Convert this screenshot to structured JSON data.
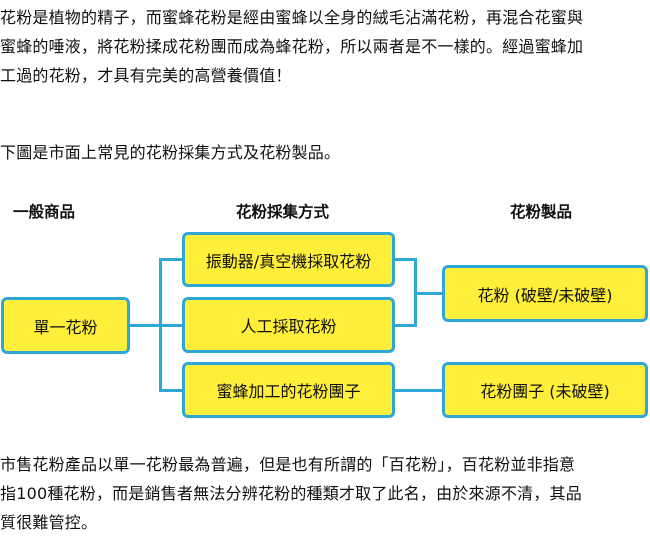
{
  "intro": {
    "line1": "花粉是植物的精子，而蜜蜂花粉是經由蜜蜂以全身的絨毛沾滿花粉，再混合花蜜與",
    "line2": "蜜蜂的唾液，將花粉揉成花粉團而成為蜂花粉，所以兩者是不一樣的。經過蜜蜂加",
    "line3": "工過的花粉，才具有完美的高營養價值！"
  },
  "lead": "下圖是市面上常見的花粉採集方式及花粉製品。",
  "diagram": {
    "headers": {
      "product_type": "一般商品",
      "collection_method": "花粉採集方式",
      "pollen_product": "花粉製品"
    },
    "source": "單一花粉",
    "methods": [
      "振動器/真空機採取花粉",
      "人工採取花粉",
      "蜜蜂加工的花粉團子"
    ],
    "products": [
      "花粉 (破壁/未破壁)",
      "花粉團子 (未破壁)"
    ]
  },
  "outro": {
    "line1": "市售花粉產品以單一花粉最為普遍，但是也有所謂的「百花粉」，百花粉並非指意",
    "line2": "指100種花粉，而是銷售者無法分辨花粉的種類才取了此名，由於來源不清，其品",
    "line3": "質很難管控。"
  }
}
